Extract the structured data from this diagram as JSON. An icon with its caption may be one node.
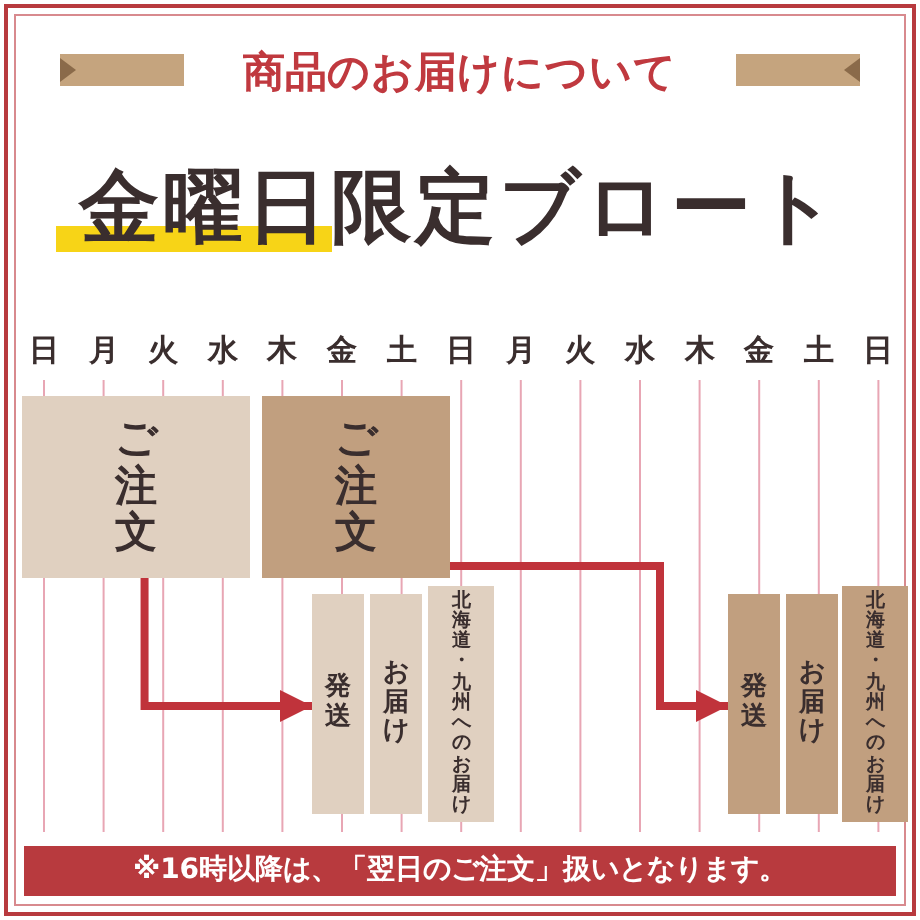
{
  "diagram": {
    "title": "商品のお届けについて",
    "caption": "※16時以降は、「翌日のご注文」扱いとなります。",
    "nodes": [
      {
        "text": [
          "ご注文"
        ]
      },
      {
        "text": [
          "ご注文"
        ]
      },
      {
        "text": [
          "発送"
        ]
      },
      {
        "text": [
          "お届け"
        ]
      },
      {
        "text": [
          "北海道・九州へのお届け"
        ]
      },
      {
        "text": [
          "発送"
        ]
      },
      {
        "text": [
          "お届け"
        ]
      },
      {
        "text": [
          "北海道・九州へのお届け"
        ]
      }
    ],
    "edges": [
      {
        "from": 0,
        "to": 2,
        "arrow": "to"
      },
      {
        "from": 1,
        "to": 5,
        "arrow": "to"
      }
    ],
    "labels": [
      "金曜日限定ブロート",
      "日",
      "月",
      "火",
      "水",
      "木",
      "金",
      "土",
      "日",
      "月",
      "火",
      "水",
      "木",
      "金",
      "土",
      "日"
    ]
  }
}
